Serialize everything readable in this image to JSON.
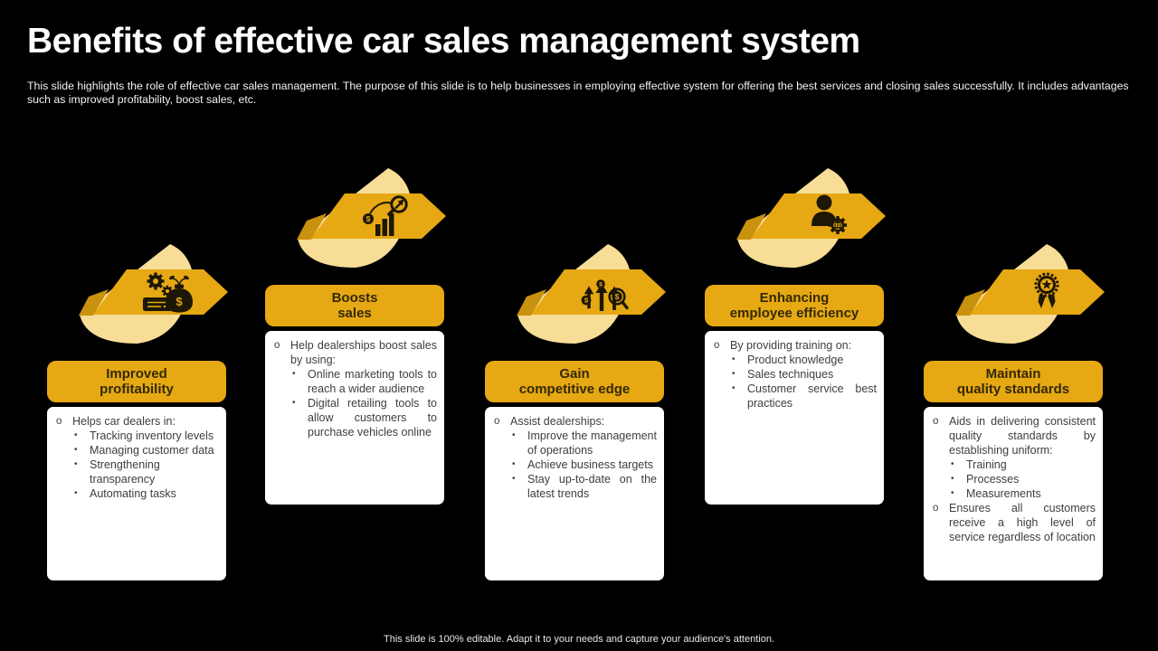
{
  "slide": {
    "title": "Benefits of effective car sales management system",
    "description": "This slide highlights the role of effective car sales management. The purpose of this slide is to help businesses in employing effective system for offering the best services and closing sales successfully. It includes advantages such as improved profitability, boost sales, etc.",
    "footer": "This slide is 100% editable.  Adapt it to your needs and capture your audience's attention."
  },
  "colors": {
    "background": "#000000",
    "gold": "#E6A813",
    "pale_gold": "#F7DD96",
    "fold_gold": "#C8920E",
    "icon_dark": "#1D1705",
    "title_text": "#332905",
    "body_text": "#3E3E3E",
    "card_bg": "#FFFFFF",
    "heading_text": "#FFFFFF"
  },
  "bullets": {
    "level1": "o",
    "level2": "•"
  },
  "columns": [
    {
      "id": "improved-profitability",
      "icon": "gears-money-bag-icon",
      "title_line1": "Improved",
      "title_line2": "profitability",
      "items": [
        {
          "lead": "Helps car dealers in:",
          "subs": [
            "Tracking inventory levels",
            "Managing customer data",
            "Strengthening transparency",
            "Automating tasks"
          ]
        }
      ]
    },
    {
      "id": "boosts-sales",
      "icon": "growth-chart-magnifier-icon",
      "title_line1": "Boosts",
      "title_line2": "sales",
      "items": [
        {
          "lead": "Help dealerships boost sales by using:",
          "subs": [
            "Online marketing tools to reach a wider audience",
            "Digital retailing tools to allow customers to purchase vehicles online"
          ]
        }
      ]
    },
    {
      "id": "gain-competitive-edge",
      "icon": "rising-arrows-coins-icon",
      "title_line1": "Gain",
      "title_line2": "competitive edge",
      "items": [
        {
          "lead": "Assist dealerships:",
          "subs": [
            "Improve the management of operations",
            "Achieve business targets",
            "Stay up-to-date on the latest trends"
          ]
        }
      ]
    },
    {
      "id": "enhancing-employee-efficiency",
      "icon": "employee-gear-icon",
      "title_line1": "Enhancing",
      "title_line2": "employee efficiency",
      "items": [
        {
          "lead": "By providing training on:",
          "subs": [
            "Product knowledge",
            "Sales techniques",
            "Customer service best practices"
          ]
        }
      ]
    },
    {
      "id": "maintain-quality-standards",
      "icon": "award-ribbon-icon",
      "title_line1": "Maintain",
      "title_line2": "quality standards",
      "items": [
        {
          "lead": "Aids in delivering consistent quality standards by establishing uniform:",
          "subs": [
            "Training",
            "Processes",
            "Measurements"
          ]
        },
        {
          "lead": "Ensures all customers receive a high level of service regardless of location",
          "subs": []
        }
      ]
    }
  ]
}
